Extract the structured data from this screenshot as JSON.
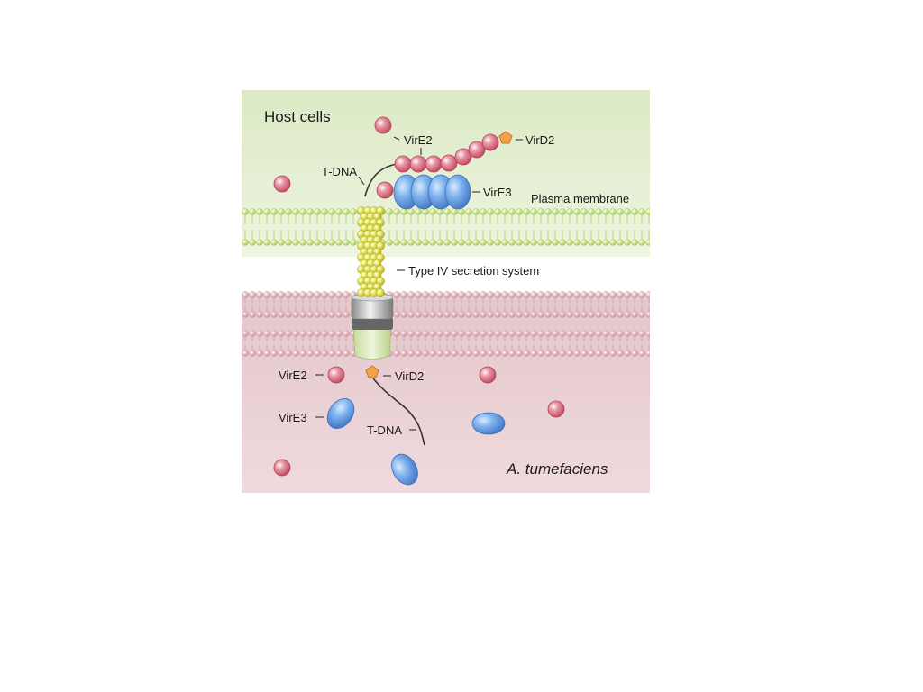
{
  "regions": {
    "host": "Host cells",
    "bacterium": "A. tumefaciens"
  },
  "labels": {
    "vire2_top": "VirE2",
    "vird2_top": "VirD2",
    "tdna_top": "T-DNA",
    "vire3_top": "VirE3",
    "plasma_membrane": "Plasma membrane",
    "t4ss": "Type IV secretion system",
    "vire2_bottom": "VirE2",
    "vird2_bottom": "VirD2",
    "vire3_bottom": "VirE3",
    "tdna_bottom": "T-DNA"
  },
  "colors": {
    "host_bg": "#e7f0d6",
    "bacterium_bg": "#ecd6d8",
    "vire2": "#d4667a",
    "vird2": "#f0a64a",
    "vire3": "#6aa0e0",
    "t4ss": "#dede55",
    "plasma_membrane": "#c7e28e",
    "bacterial_membrane": "#e3b8c0"
  }
}
